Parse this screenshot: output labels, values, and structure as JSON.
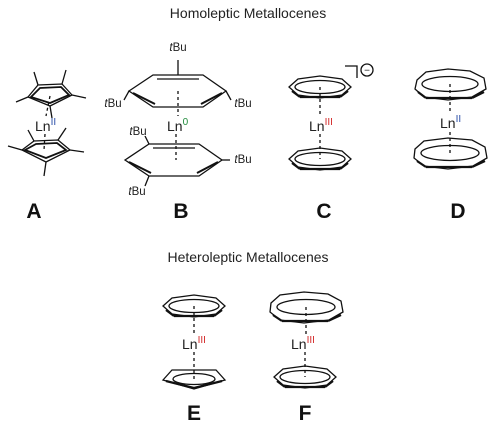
{
  "headings": {
    "homoleptic": "Homoleptic Metallocenes",
    "heteroleptic": "Heteroleptic Metallocenes"
  },
  "compounds": [
    {
      "id": "A",
      "label": "A",
      "metal": "Ln",
      "oxidation": "II",
      "ox_color": "#2a4fa8"
    },
    {
      "id": "B",
      "label": "B",
      "metal": "Ln",
      "oxidation": "0",
      "ox_color": "#1f8a3a"
    },
    {
      "id": "C",
      "label": "C",
      "metal": "Ln",
      "oxidation": "III",
      "ox_color": "#d42a2a",
      "charge": "−"
    },
    {
      "id": "D",
      "label": "D",
      "metal": "Ln",
      "oxidation": "II",
      "ox_color": "#2a4fa8"
    },
    {
      "id": "E",
      "label": "E",
      "metal": "Ln",
      "oxidation": "III",
      "ox_color": "#d42a2a"
    },
    {
      "id": "F",
      "label": "F",
      "metal": "Ln",
      "oxidation": "III",
      "ox_color": "#d42a2a"
    }
  ],
  "substituent": "tBu"
}
